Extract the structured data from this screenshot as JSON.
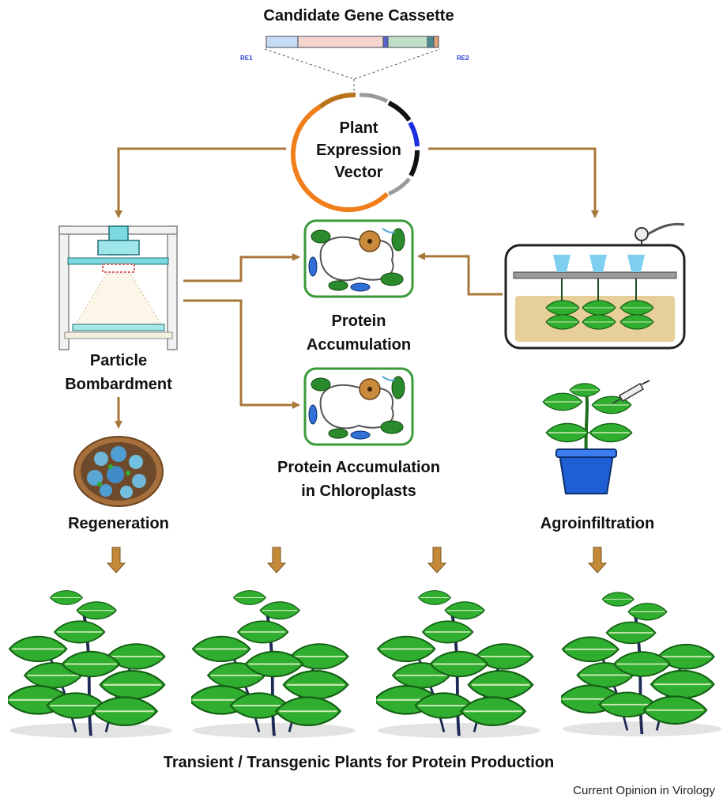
{
  "title": "Candidate Gene Cassette",
  "cassette": {
    "site_left": "RE1",
    "site_right": "RE2"
  },
  "vector": {
    "line1": "Plant",
    "line2": "Expression",
    "line3": "Vector"
  },
  "methods": {
    "bombardment": {
      "line1": "Particle",
      "line2": "Bombardment"
    },
    "agroinfiltration": "Agroinfiltration"
  },
  "steps": {
    "regeneration": "Regeneration",
    "protein_accumulation": {
      "line1": "Protein",
      "line2": "Accumulation"
    },
    "chloroplast_accumulation": {
      "line1": "Protein Accumulation",
      "line2": "in Chloroplasts"
    }
  },
  "footer": "Transient / Transgenic Plants for Protein Production",
  "credit": "Current Opinion in Virology",
  "colors": {
    "arrow": "#a8773a",
    "vector_orange": "#f07e1b",
    "cell_green": "#3a9a3a",
    "leaf_green": "#2fae2f",
    "pot_blue": "#1f5fd6",
    "tank_liquid": "#e6cf98"
  }
}
